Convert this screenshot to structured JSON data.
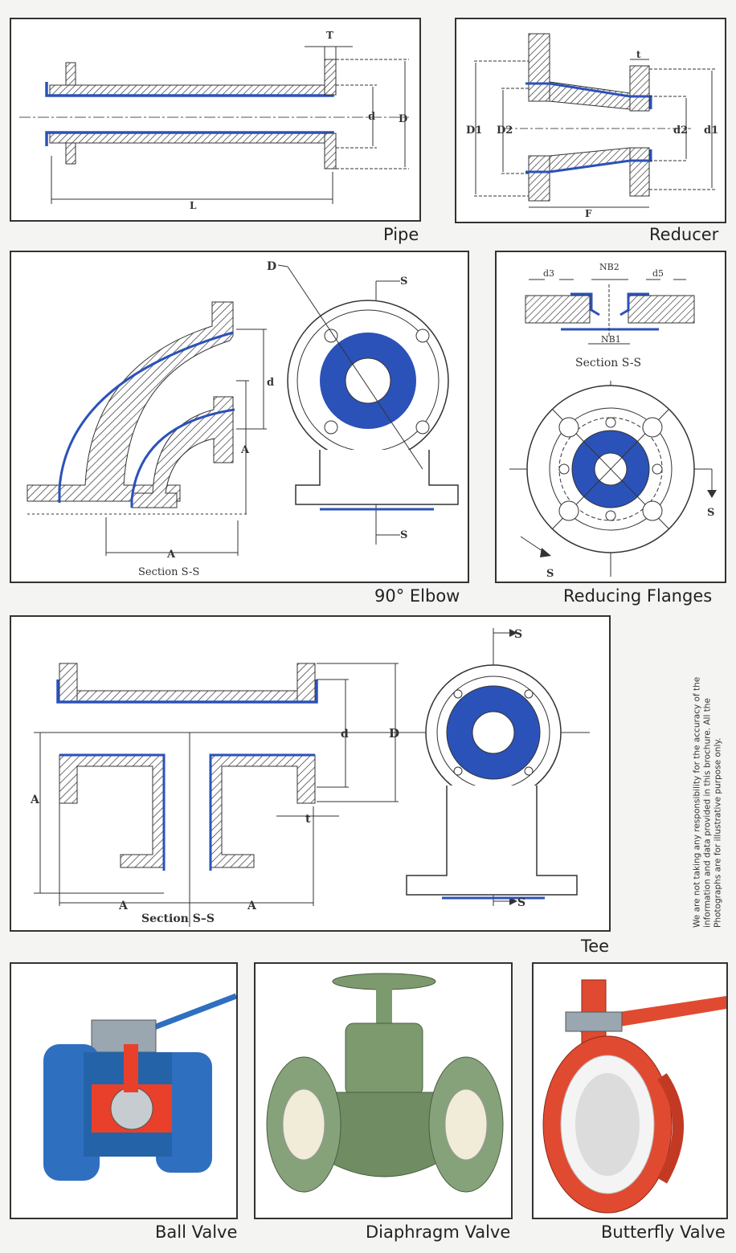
{
  "colors": {
    "lining": "#2b52b8",
    "ball_valve": "#2f6fc0",
    "diaphragm": "#7c9a6e",
    "butterfly": "#e04a30"
  },
  "pipe": {
    "caption": "Pipe",
    "label_T": "T",
    "label_d": "d",
    "label_D": "D",
    "label_L": "L"
  },
  "reducer": {
    "caption": "Reducer",
    "label_D1": "D1",
    "label_D2": "D2",
    "label_d2": "d2",
    "label_d1": "d1",
    "label_t": "t",
    "label_F": "F"
  },
  "elbow": {
    "caption": "90° Elbow",
    "label_D": "D",
    "label_S_top": "S",
    "label_S_bottom": "S",
    "label_d": "d",
    "label_A_vert": "A",
    "label_A_horiz": "A",
    "section": "Section S-S"
  },
  "reducing_flanges": {
    "caption": "Reducing Flanges",
    "label_d3": "d3",
    "label_NB2": "NB2",
    "label_d5": "d5",
    "label_NB1": "NB1",
    "section": "Section S-S",
    "label_S_right": "S",
    "label_S_left": "S"
  },
  "tee": {
    "caption": "Tee",
    "label_S_top": "S",
    "label_S_bottom": "S",
    "label_d": "d",
    "label_D": "D",
    "label_A_vert": "A",
    "label_t": "t",
    "label_A_left": "A",
    "label_A_right": "A",
    "section": "Section  S–S"
  },
  "disclaimer": "We are not taking any responsibility for the accuracy of the information and data provided in this brochure. All the Photographs are for illustrative purpose only.",
  "valves": {
    "ball": "Ball Valve",
    "diaphragm": "Diaphragm Valve",
    "butterfly": "Butterfly Valve"
  }
}
